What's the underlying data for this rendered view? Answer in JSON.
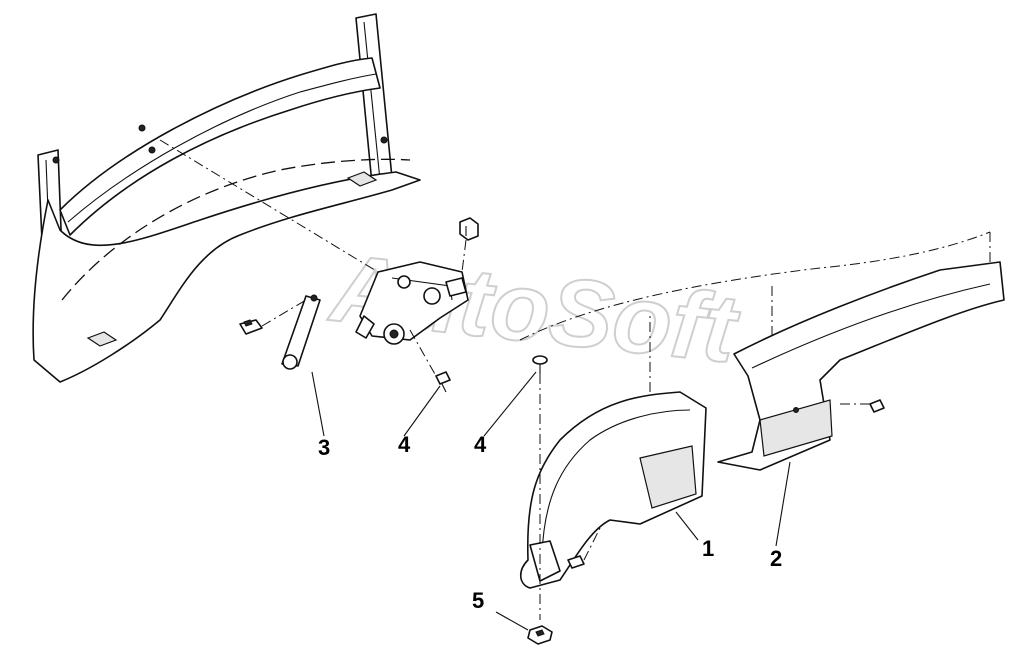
{
  "diagram": {
    "watermark": "AutoSoft",
    "callouts": [
      {
        "id": "callout-1",
        "text": "1"
      },
      {
        "id": "callout-2",
        "text": "2"
      },
      {
        "id": "callout-3",
        "text": "3"
      },
      {
        "id": "callout-4a",
        "text": "4"
      },
      {
        "id": "callout-4b",
        "text": "4"
      },
      {
        "id": "callout-5",
        "text": "5"
      }
    ]
  }
}
